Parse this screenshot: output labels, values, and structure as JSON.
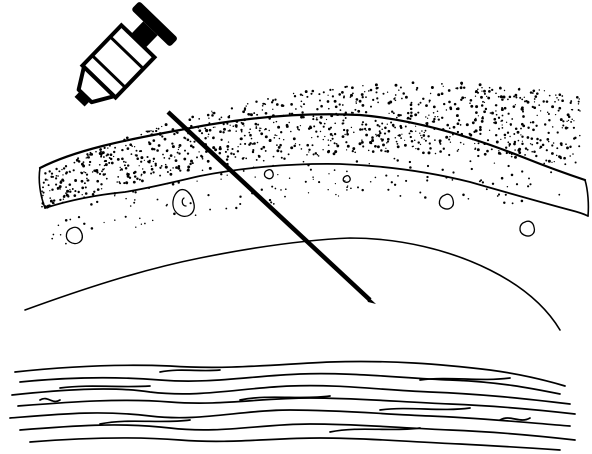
{
  "figure": {
    "description_visible_text": "",
    "colors": {
      "ink": "#000000",
      "background": "#ffffff"
    },
    "parts": [
      {
        "name": "syringe",
        "icon": "syringe-icon"
      },
      {
        "name": "needle",
        "icon": "needle-icon"
      },
      {
        "name": "skin-layer",
        "icon": "skin-layer-icon"
      },
      {
        "name": "subcutaneous-layer",
        "icon": "subcutaneous-icon"
      },
      {
        "name": "muscle-layer",
        "icon": "muscle-fibers-icon"
      }
    ]
  }
}
